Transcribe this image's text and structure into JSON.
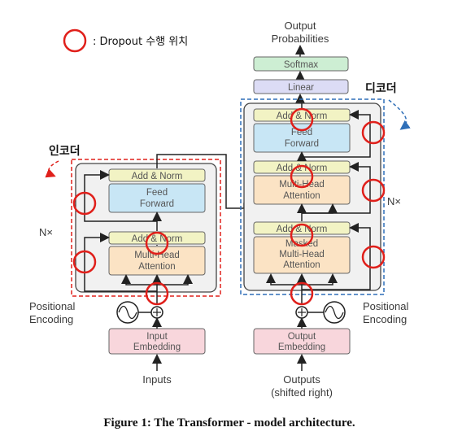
{
  "legend": {
    "text": ": Dropout 수행 위치",
    "marker_color": "#e0201b"
  },
  "labels": {
    "output_probabilities_1": "Output",
    "output_probabilities_2": "Probabilities",
    "softmax": "Softmax",
    "linear": "Linear",
    "decoder_kor": "디코더",
    "encoder_kor": "인코더",
    "nx_left": "N×",
    "nx_right": "N×",
    "add_norm": "Add & Norm",
    "feed_forward_1": "Feed",
    "feed_forward_2": "Forward",
    "mha_1": "Multi-Head",
    "mha_2": "Attention",
    "masked_1": "Masked",
    "masked_2": "Multi-Head",
    "masked_3": "Attention",
    "pos_enc_left_1": "Positional",
    "pos_enc_left_2": "Encoding",
    "pos_enc_right_1": "Positional",
    "pos_enc_right_2": "Encoding",
    "input_embedding_1": "Input",
    "input_embedding_2": "Embedding",
    "output_embedding_1": "Output",
    "output_embedding_2": "Embedding",
    "inputs": "Inputs",
    "outputs_1": "Outputs",
    "outputs_2": "(shifted right)",
    "caption": "Figure 1: The Transformer - model architecture."
  },
  "colors": {
    "dropout_circle": "#e0201b",
    "encoder_outline": "#e0201b",
    "decoder_outline": "#2f6fb8",
    "add_norm_fill": "#f2f3c4",
    "feed_forward_fill": "#c8e6f5",
    "attention_fill": "#fbe3c4",
    "embedding_fill": "#f8d6dc",
    "linear_fill": "#dcdcf5",
    "softmax_fill": "#cdeed3",
    "block_fill": "#f1f1f1"
  }
}
